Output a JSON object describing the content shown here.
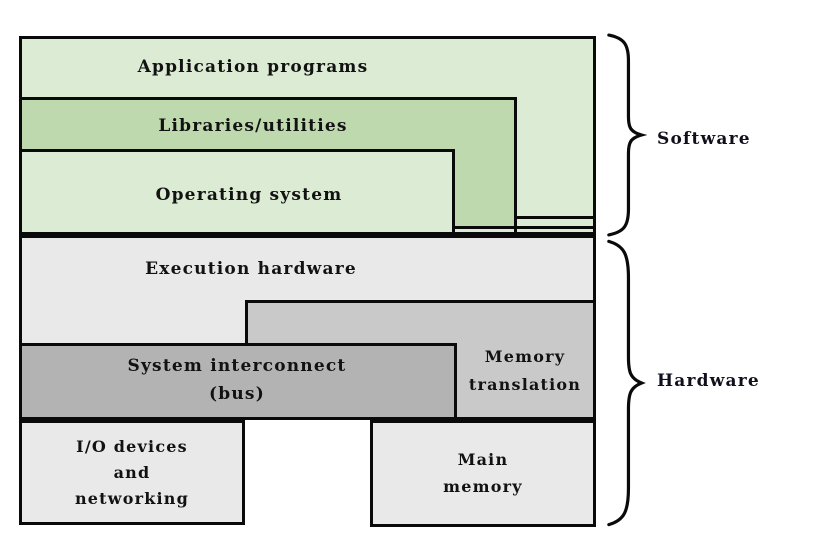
{
  "diagram": {
    "software": {
      "application_label": "Application programs",
      "libraries_label": "Libraries/utilities",
      "os_label": "Operating system",
      "brace_label": "Software"
    },
    "hardware": {
      "execution_label": "Execution hardware",
      "interconnect_lines": [
        "System interconnect",
        "(bus)"
      ],
      "memory_translation_lines": [
        "Memory",
        "translation"
      ],
      "io_lines": [
        "I/O devices",
        "and",
        "networking"
      ],
      "main_memory_lines": [
        "Main",
        "memory"
      ],
      "brace_label": "Hardware"
    },
    "colors": {
      "light_green": "#dcebd3",
      "dark_green": "#bfd9ae",
      "light_gray": "#e9e9e9",
      "medium_gray": "#c9c9c9",
      "dark_gray": "#b3b3b3",
      "line": "#0a0a0a",
      "background": "#ffffff"
    }
  }
}
